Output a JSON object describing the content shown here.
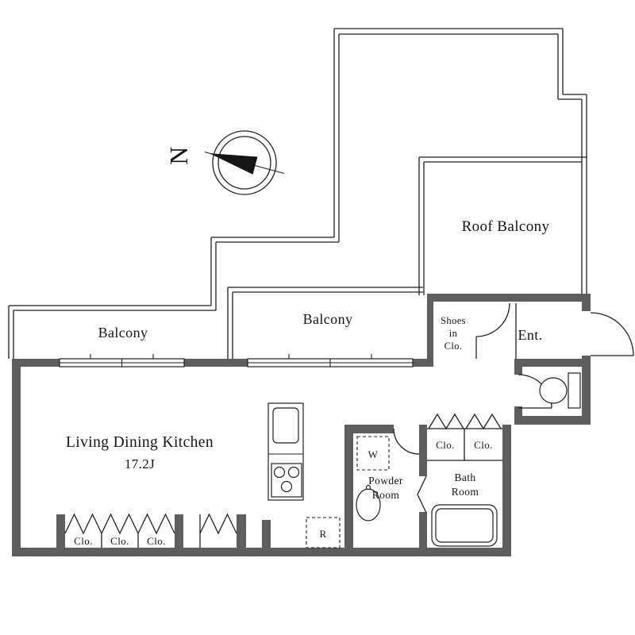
{
  "compass": {
    "north_label": "N"
  },
  "rooms": {
    "roof_balcony": {
      "label": "Roof Balcony"
    },
    "balcony_left": {
      "label": "Balcony"
    },
    "balcony_mid": {
      "label": "Balcony"
    },
    "living": {
      "label": "Living Dining Kitchen",
      "size": "17.2J"
    },
    "entrance": {
      "label": "Ent."
    },
    "shoes_closet": {
      "line1": "Shoes",
      "line2": "in",
      "line3": "Clo."
    },
    "powder_room": {
      "line1": "Powder",
      "line2": "Room"
    },
    "bath_room": {
      "line1": "Bath",
      "line2": "Room"
    },
    "closet": {
      "label": "Clo."
    },
    "appliances": {
      "washer": "W",
      "fridge": "R"
    }
  },
  "colors": {
    "wall_gray": "#5e5e5e",
    "line_black": "#1f1f1f",
    "background": "#ffffff"
  }
}
